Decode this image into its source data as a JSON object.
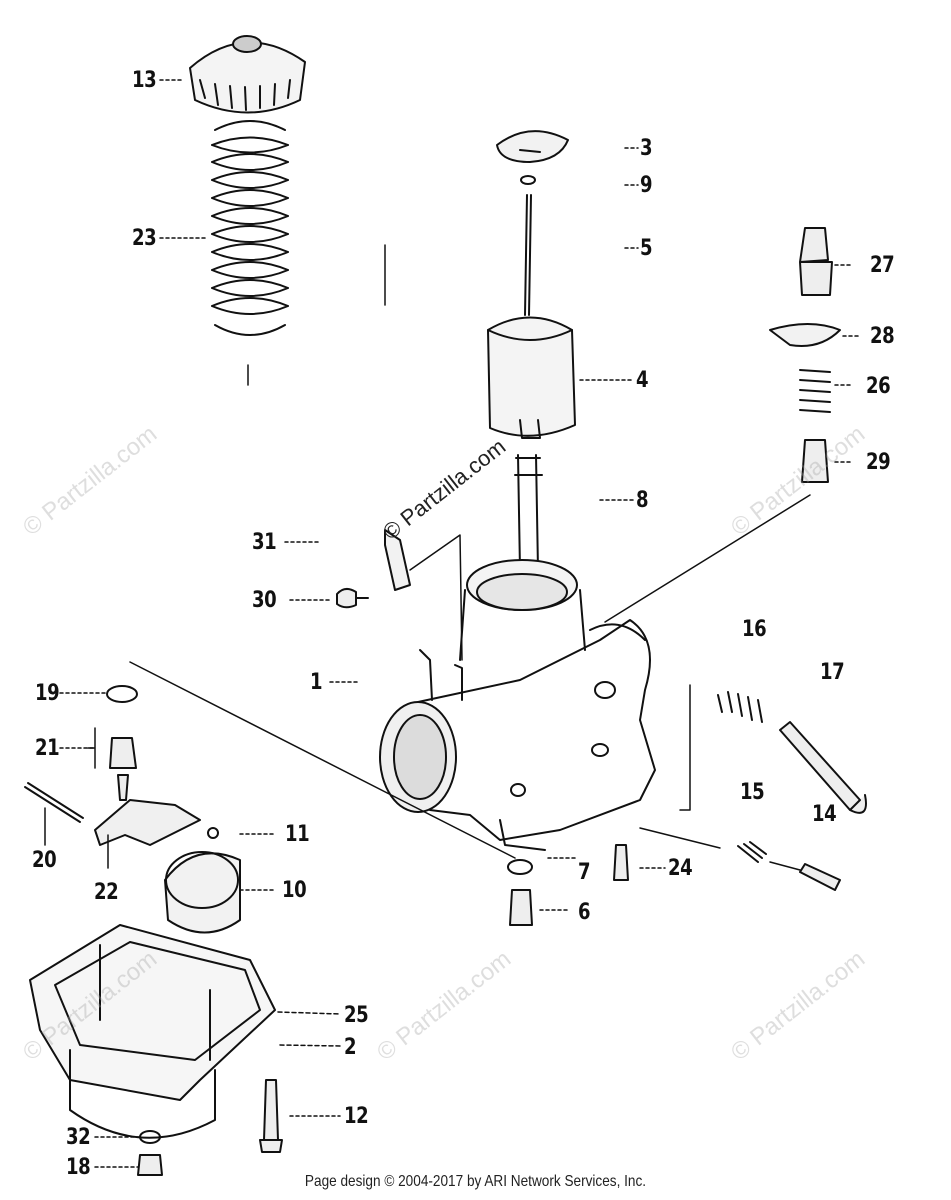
{
  "callouts": [
    {
      "id": "13",
      "text": "13"
    },
    {
      "id": "23",
      "text": "23"
    },
    {
      "id": "3",
      "text": "3"
    },
    {
      "id": "9",
      "text": "9"
    },
    {
      "id": "5",
      "text": "5"
    },
    {
      "id": "27",
      "text": "27"
    },
    {
      "id": "28",
      "text": "28"
    },
    {
      "id": "26",
      "text": "26"
    },
    {
      "id": "4",
      "text": "4"
    },
    {
      "id": "29",
      "text": "29"
    },
    {
      "id": "8",
      "text": "8"
    },
    {
      "id": "31",
      "text": "31"
    },
    {
      "id": "30",
      "text": "30"
    },
    {
      "id": "16",
      "text": "16"
    },
    {
      "id": "17",
      "text": "17"
    },
    {
      "id": "1",
      "text": "1"
    },
    {
      "id": "19",
      "text": "19"
    },
    {
      "id": "21",
      "text": "21"
    },
    {
      "id": "15",
      "text": "15"
    },
    {
      "id": "14",
      "text": "14"
    },
    {
      "id": "11",
      "text": "11"
    },
    {
      "id": "20",
      "text": "20"
    },
    {
      "id": "22",
      "text": "22"
    },
    {
      "id": "10",
      "text": "10"
    },
    {
      "id": "7",
      "text": "7"
    },
    {
      "id": "24",
      "text": "24"
    },
    {
      "id": "6",
      "text": "6"
    },
    {
      "id": "25",
      "text": "25"
    },
    {
      "id": "2",
      "text": "2"
    },
    {
      "id": "12",
      "text": "12"
    },
    {
      "id": "32",
      "text": "32"
    },
    {
      "id": "18",
      "text": "18"
    }
  ],
  "watermark": "© Partzilla.com",
  "footer": "Page design © 2004-2017 by ARI Network Services, Inc."
}
